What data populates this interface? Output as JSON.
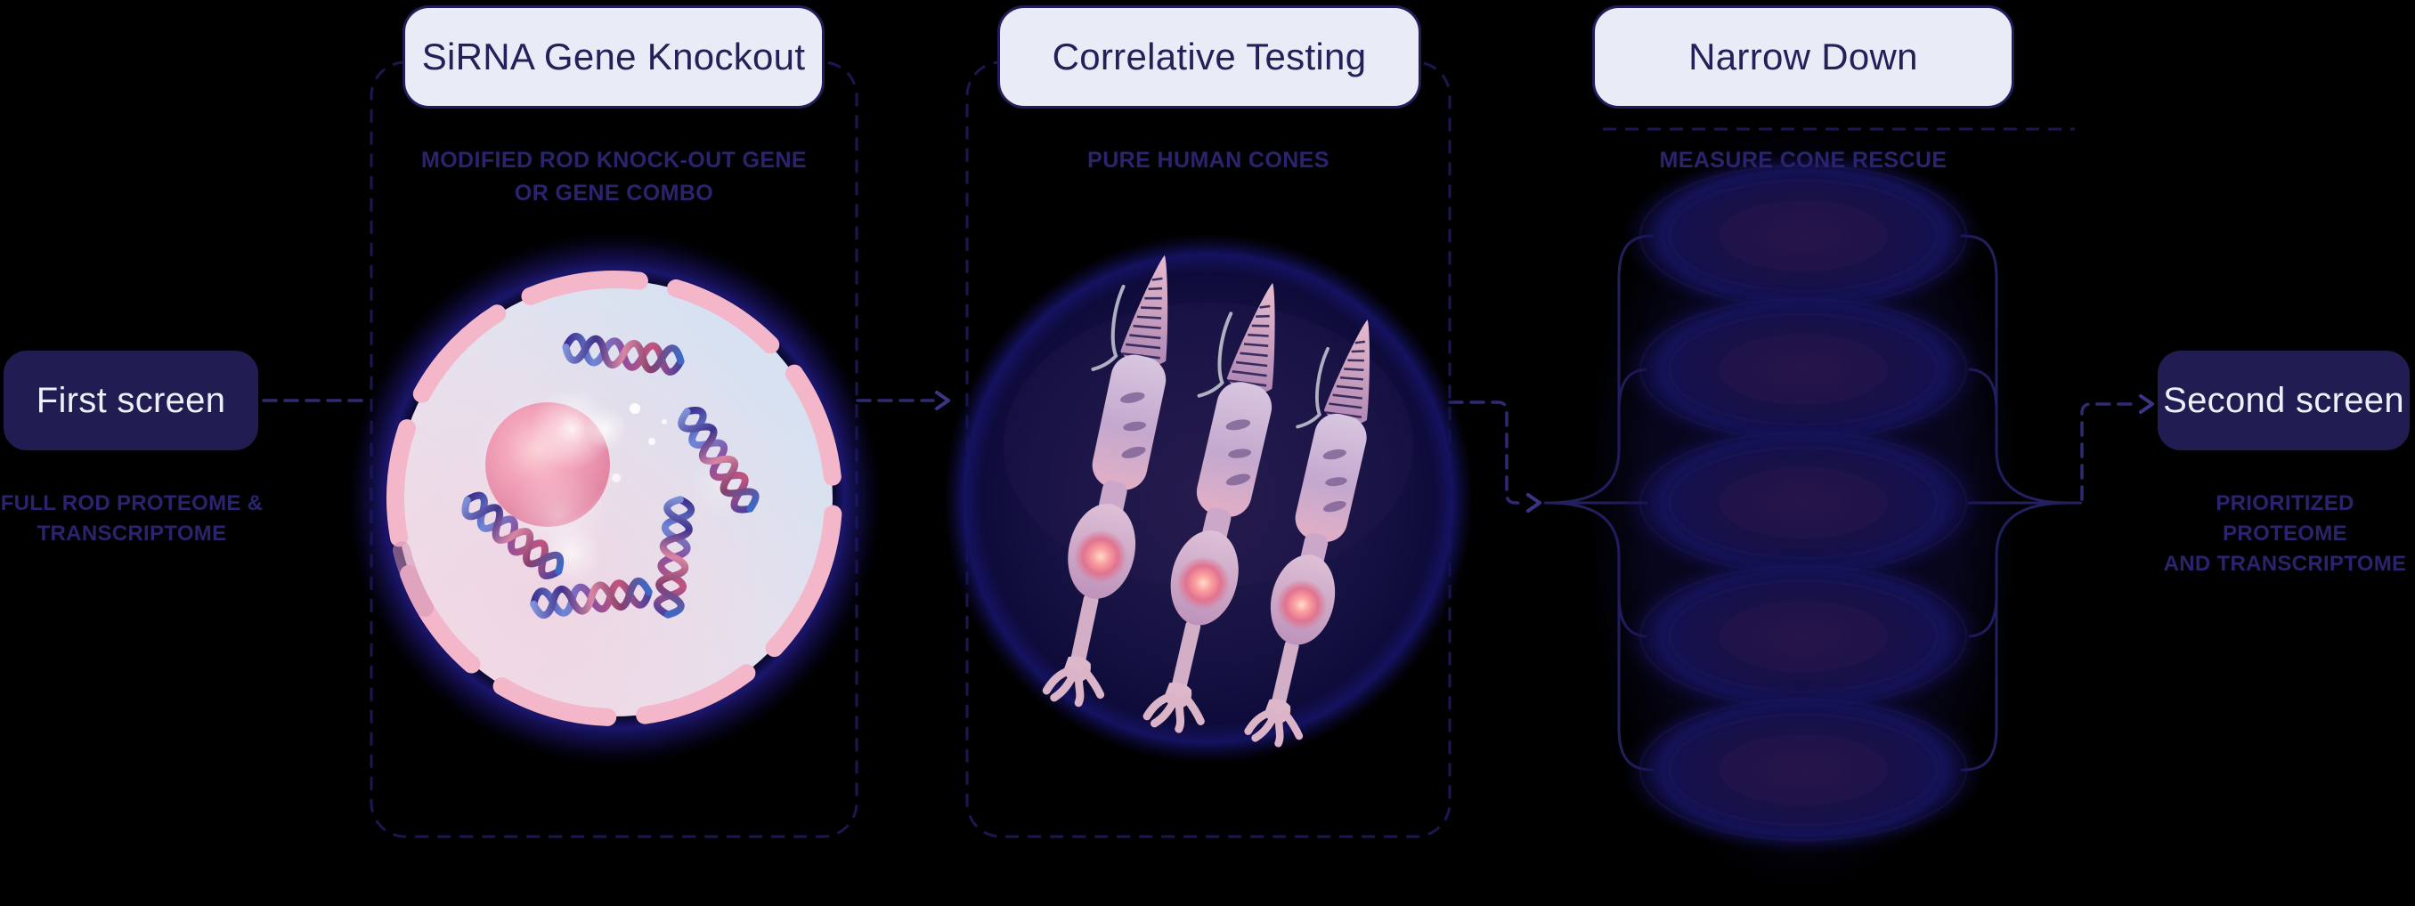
{
  "diagram": {
    "left_node": {
      "label": "First screen",
      "subtitle_line1": "FULL ROD PROTEOME &",
      "subtitle_line2": "TRANSCRIPTOME"
    },
    "right_node": {
      "label": "Second screen",
      "subtitle_line1": "PRIORITIZED PROTEOME",
      "subtitle_line2": "AND TRANSCRIPTOME"
    },
    "stage1": {
      "title": "SiRNA Gene Knockout",
      "subtitle_line1": "MODIFIED ROD KNOCK-OUT GENE",
      "subtitle_line2": "OR GENE COMBO",
      "illustration": "nucleus-with-dna-strands-icon"
    },
    "stage2": {
      "title": "Correlative Testing",
      "subtitle_line1": "PURE HUMAN CONES",
      "illustration": "cone-photoreceptor-cells-icon"
    },
    "stage3": {
      "title": "Narrow Down",
      "subtitle_line1": "MEASURE CONE RESCUE",
      "illustration": "stacked-dark-cells-icon"
    },
    "colors": {
      "background": "#000000",
      "pill_bg": "#E9ECF6",
      "pill_text": "#23205A",
      "pill_border": "#211D5A",
      "node_bg": "#211C52",
      "node_text": "#EDEFF9",
      "subtitle_text": "#2A246E",
      "section_outline": "#1B1850",
      "connector_dash": "#2E2A74",
      "arrow": "#3A3585",
      "branch_line": "#232060",
      "membrane_pink": "#F4B6C9",
      "nucleus_pink": "#EE8FAE",
      "cone_body_pink": "#D9AECB",
      "dark_cell_core": "#231347",
      "glow_blue": "#1E1877"
    }
  }
}
